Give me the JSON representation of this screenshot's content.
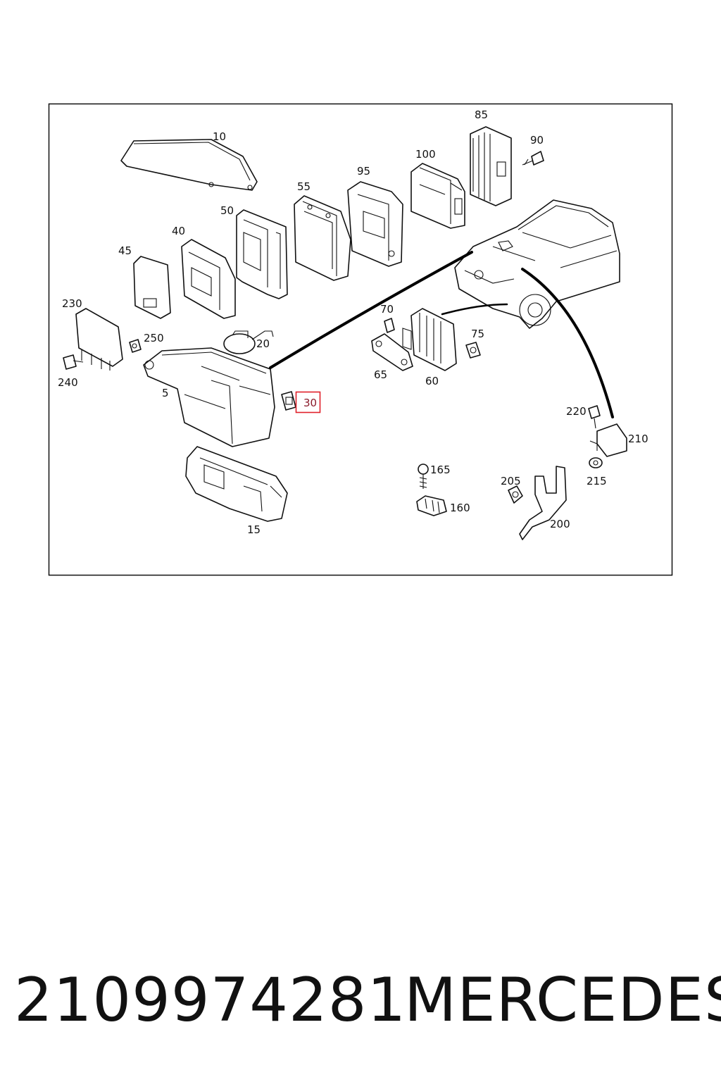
{
  "diagram": {
    "callouts": [
      "10",
      "85",
      "90",
      "100",
      "95",
      "55",
      "50",
      "40",
      "45",
      "230",
      "250",
      "20",
      "240",
      "5",
      "70",
      "75",
      "65",
      "60",
      "30",
      "220",
      "210",
      "215",
      "165",
      "205",
      "160",
      "200",
      "15"
    ],
    "highlighted": "30",
    "highlight_color": "#e0202a"
  },
  "caption": {
    "part_number": "2109974281",
    "brand": "MERCEDES"
  }
}
